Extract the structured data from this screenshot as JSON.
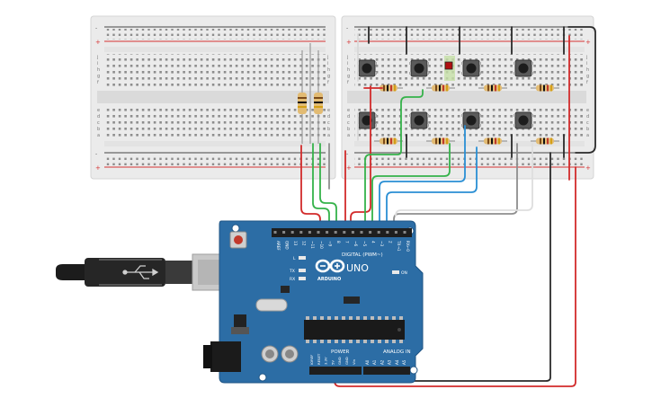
{
  "colors": {
    "wire_red": "#d22b2b",
    "wire_black": "#2a2a2a",
    "wire_green": "#35b24a",
    "wire_blue": "#2a8fd4",
    "wire_gray": "#8e8e8e",
    "wire_white": "#f4f4f4",
    "board_blue": "#2c6da5",
    "breadboard": "#e9e9e9",
    "rail_red": "#d63333",
    "rail_black": "#444444"
  },
  "breadboard": {
    "row_letters_top": [
      "j",
      "i",
      "h",
      "g",
      "f"
    ],
    "row_letters_bottom": [
      "e",
      "d",
      "c",
      "b",
      "a"
    ],
    "plus": "+",
    "minus": "-"
  },
  "arduino": {
    "model": "UNO",
    "brand": "ARDUINO",
    "digital_label": "DIGITAL (PWM~)",
    "power_label": "POWER",
    "analog_label": "ANALOG IN",
    "led_labels": {
      "l": "L",
      "tx": "TX",
      "rx": "RX",
      "on": "ON"
    },
    "header_pins": [
      "AREF",
      "GND",
      "13",
      "12",
      "~11",
      "~10",
      "~9",
      "8",
      "7",
      "~6",
      "~5",
      "4",
      "~3",
      "2",
      "TX→1",
      "RX←0"
    ],
    "power_pins": [
      "IOREF",
      "RESET",
      "3.3V",
      "5V",
      "GND",
      "GND",
      "Vin"
    ],
    "analog_pins": [
      "A0",
      "A1",
      "A2",
      "A3",
      "A4",
      "A5"
    ]
  }
}
